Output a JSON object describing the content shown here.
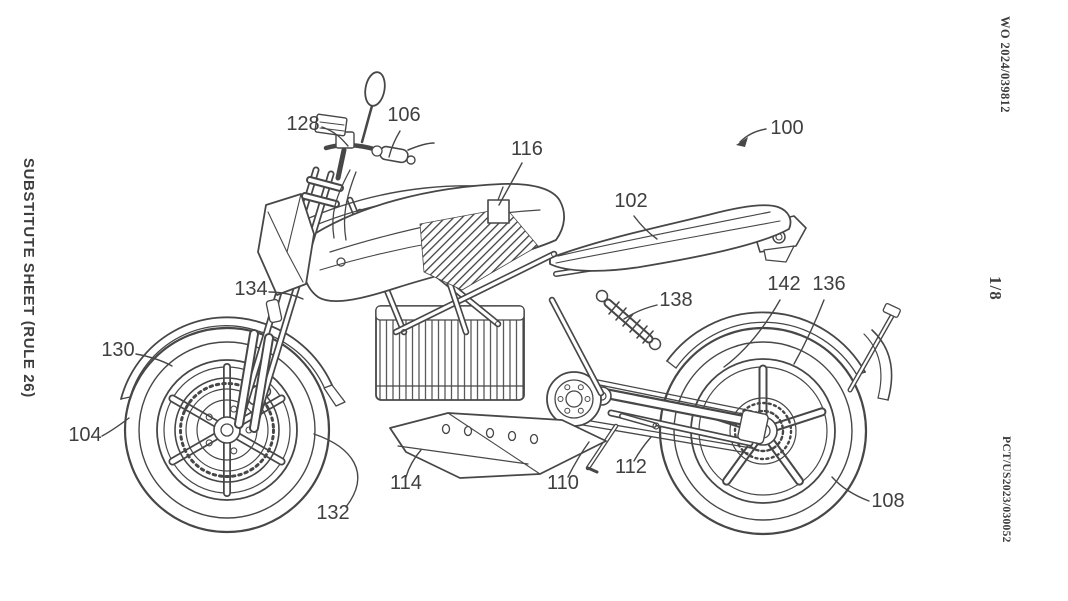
{
  "sheet": {
    "left_margin_text": "SUBSTITUTE SHEET (RULE 26)",
    "publication_number": "WO 2024/039812",
    "sheet_index": "1/8",
    "application_number": "PCT/US2023/030052"
  },
  "figure": {
    "kind": "patent line drawing - electric motorcycle, left side elevation",
    "ink_color": "#474747",
    "background_color": "#ffffff",
    "reference_labels": [
      "100",
      "102",
      "104",
      "106",
      "108",
      "110",
      "112",
      "114",
      "116",
      "128",
      "130",
      "132",
      "134",
      "136",
      "138",
      "142"
    ]
  }
}
